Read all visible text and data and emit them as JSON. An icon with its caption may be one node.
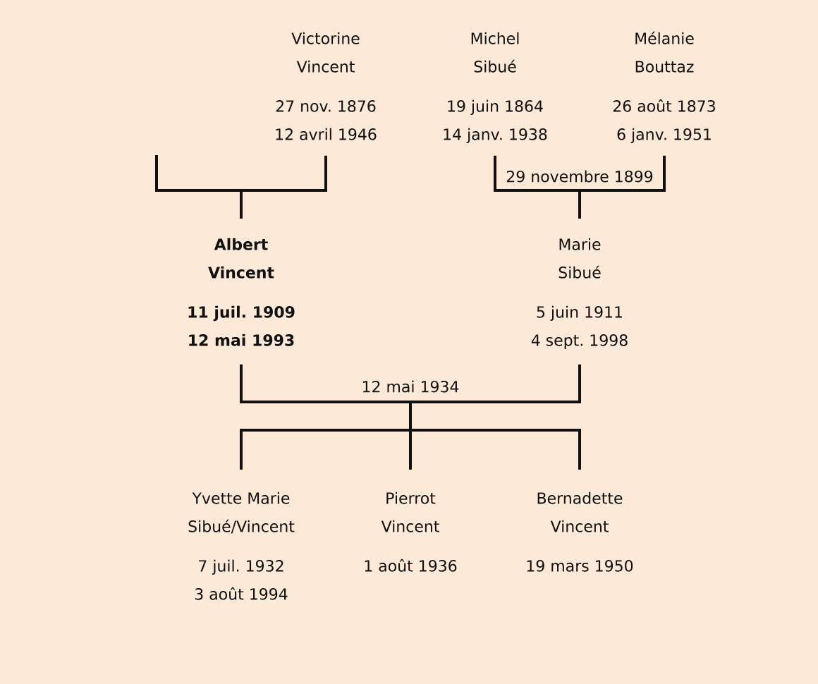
{
  "diagram": {
    "nodes": [
      {
        "text": [
          "Victorine Vincent",
          "27 nov. 1876 12 avril 1946"
        ]
      },
      {
        "text": [
          "Michel Sibué",
          "19 juin 1864 14 janv. 1938"
        ]
      },
      {
        "text": [
          "Mélanie Bouttaz",
          "26 août 1873 6 janv. 1951"
        ]
      },
      {
        "text": [
          "Albert Vincent",
          "11 juil. 1909 12 mai 1993"
        ]
      },
      {
        "text": [
          "Marie Sibué",
          "5 juin 1911 4 sept. 1998"
        ]
      },
      {
        "text": [
          "Yvette Marie Sibué/Vincent",
          "7 juil. 1932 3 août 1994"
        ]
      },
      {
        "text": [
          "Pierrot Vincent",
          "1 août 1936"
        ]
      },
      {
        "text": [
          "Bernadette Vincent",
          "19 mars 1950"
        ]
      }
    ],
    "edges": [
      {
        "from": null,
        "to": 3,
        "arrow": "none"
      },
      {
        "from": 0,
        "to": 3,
        "arrow": "none"
      },
      {
        "from": 1,
        "to": 4,
        "arrow": "none",
        "label": "29 novembre 1899"
      },
      {
        "from": 2,
        "to": 4,
        "arrow": "none"
      },
      {
        "from": 3,
        "to": 5,
        "arrow": "none",
        "label": "12 mai 1934"
      },
      {
        "from": 3,
        "to": 6,
        "arrow": "none"
      },
      {
        "from": 3,
        "to": 7,
        "arrow": "none"
      },
      {
        "from": 4,
        "to": 5,
        "arrow": "none"
      },
      {
        "from": 4,
        "to": 6,
        "arrow": "none"
      },
      {
        "from": 4,
        "to": 7,
        "arrow": "none"
      }
    ]
  }
}
